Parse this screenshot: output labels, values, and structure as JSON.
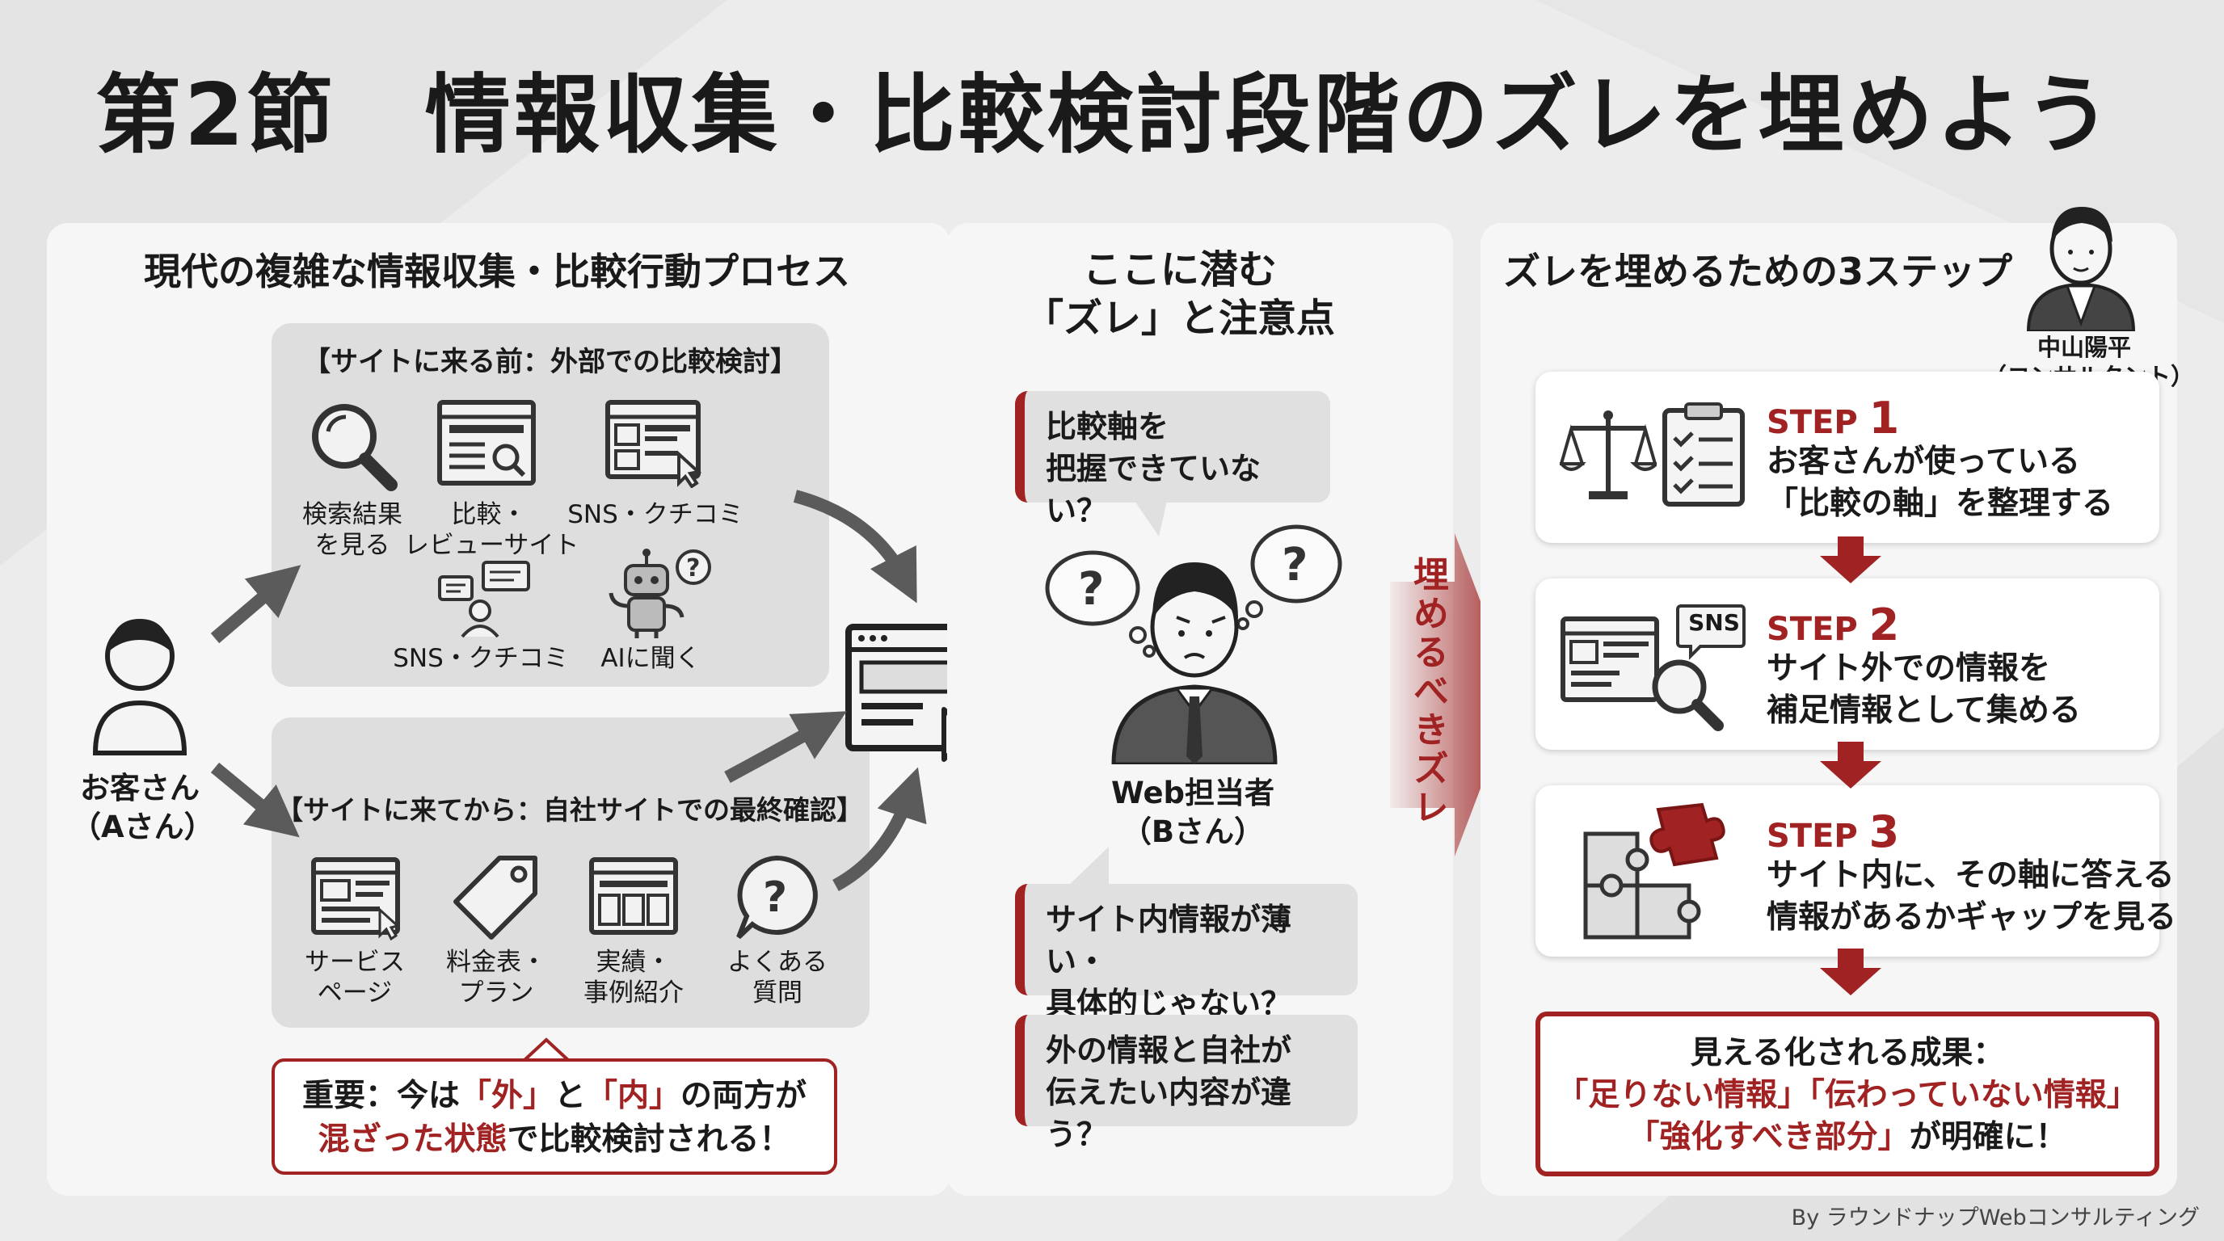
{
  "title": "第2節　情報収集・比較検討段階のズレを埋めよう",
  "left_panel": {
    "title": "現代の複雑な情報収集・比較行動プロセス",
    "before_box": {
      "header": "【サイトに来る前：外部での比較検討】",
      "items": [
        {
          "line1": "検索結果",
          "line2": "を見る",
          "icon": "magnifier-icon"
        },
        {
          "line1": "比較・",
          "line2": "レビューサイト",
          "icon": "review-site-icon"
        },
        {
          "line1": "SNS・クチコミ",
          "line2": "",
          "icon": "sns-page-icon"
        },
        {
          "line1": "SNS・クチコミ",
          "line2": "",
          "icon": "speech-person-icon"
        },
        {
          "line1": "AIに聞く",
          "line2": "",
          "icon": "robot-icon"
        }
      ]
    },
    "after_box": {
      "header": "【サイトに来てから：自社サイトでの最終確認】",
      "items": [
        {
          "line1": "サービス",
          "line2": "ページ",
          "icon": "service-page-icon"
        },
        {
          "line1": "料金表・",
          "line2": "プラン",
          "icon": "price-tag-icon"
        },
        {
          "line1": "実績・",
          "line2": "事例紹介",
          "icon": "case-study-icon"
        },
        {
          "line1": "よくある",
          "line2": "質問",
          "icon": "faq-icon"
        }
      ]
    },
    "customer": {
      "line1": "お客さん",
      "line2": "（Aさん）"
    },
    "important": {
      "p1": "重要：今は",
      "h1": "「外」",
      "p2": "と",
      "h2": "「内」",
      "p3": "の両方が",
      "h3": "混ざった状態",
      "p4": "で比較検討される！"
    }
  },
  "middle_panel": {
    "title_line1": "ここに潜む",
    "title_line2": "「ズレ」と注意点",
    "bubble_top": {
      "line1": "比較軸を",
      "line2": "把握できていない？"
    },
    "person": {
      "line1": "Web担当者",
      "line2": "（Bさん）"
    },
    "bubble_mid": {
      "line1": "サイト内情報が薄い・",
      "line2": "具体的じゃない？"
    },
    "bubble_bottom": {
      "line1": "外の情報と自社が",
      "line2": "伝えたい内容が違う？"
    },
    "arrow_label": "埋めるべきズレ"
  },
  "right_panel": {
    "title": "ズレを埋めるための3ステップ",
    "consultant": {
      "line1": "中山陽平",
      "line2": "（コンサルタント）"
    },
    "steps": [
      {
        "label": "STEP",
        "num": "1",
        "line1": "お客さんが使っている",
        "line2": "「比較の軸」を整理する"
      },
      {
        "label": "STEP",
        "num": "2",
        "line1": "サイト外での情報を",
        "line2": "補足情報として集める",
        "badge": "SNS"
      },
      {
        "label": "STEP",
        "num": "3",
        "line1": "サイト内に、その軸に答える",
        "line2": "情報があるかギャップを見る"
      }
    ],
    "result": {
      "line1": "見える化される成果：",
      "h1": "「足りない情報」",
      "h2": "「伝わっていない情報」",
      "h3": "「強化すべき部分」",
      "tail": "が明確に！"
    }
  },
  "credit": "By ラウンドナップWebコンサルティング",
  "colors": {
    "accent": "#a12222",
    "panel": "#f6f6f6",
    "box": "#dedede",
    "icon": "#333333"
  }
}
